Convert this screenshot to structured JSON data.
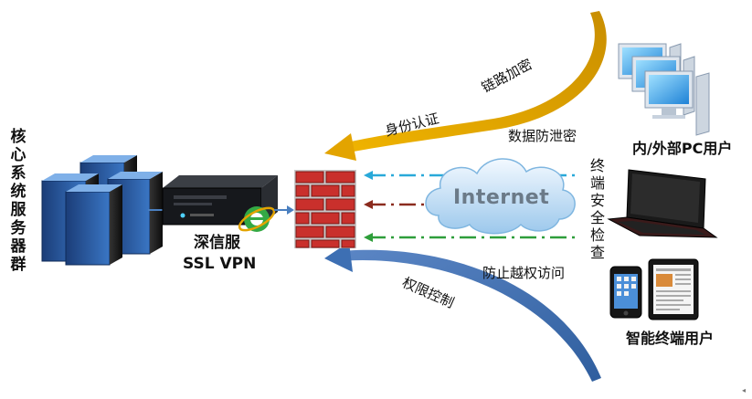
{
  "core_servers_label": "核心系统服务器群",
  "vpn_label_line1": "深信服",
  "vpn_label_line2": "SSL VPN",
  "internet_label": "Internet",
  "link_encryption": "链路加密",
  "identity_auth": "身份认证",
  "data_leak_prevention": "数据防泄密",
  "endpoint_check": "终端安全检查",
  "prevent_privilege_escalation": "防止越权访问",
  "permission_control": "权限控制",
  "pc_users": "内/外部PC用户",
  "mobile_users": "智能终端用户",
  "colors": {
    "gold_arrow": "#e3a400",
    "blue_arrow": "#3d6fb3",
    "cyan_line": "#29a9d9",
    "brown_line": "#8b2b1e",
    "green_line": "#2e9e3a",
    "brick": "#c9302c",
    "cloud": "#dbeefb"
  }
}
